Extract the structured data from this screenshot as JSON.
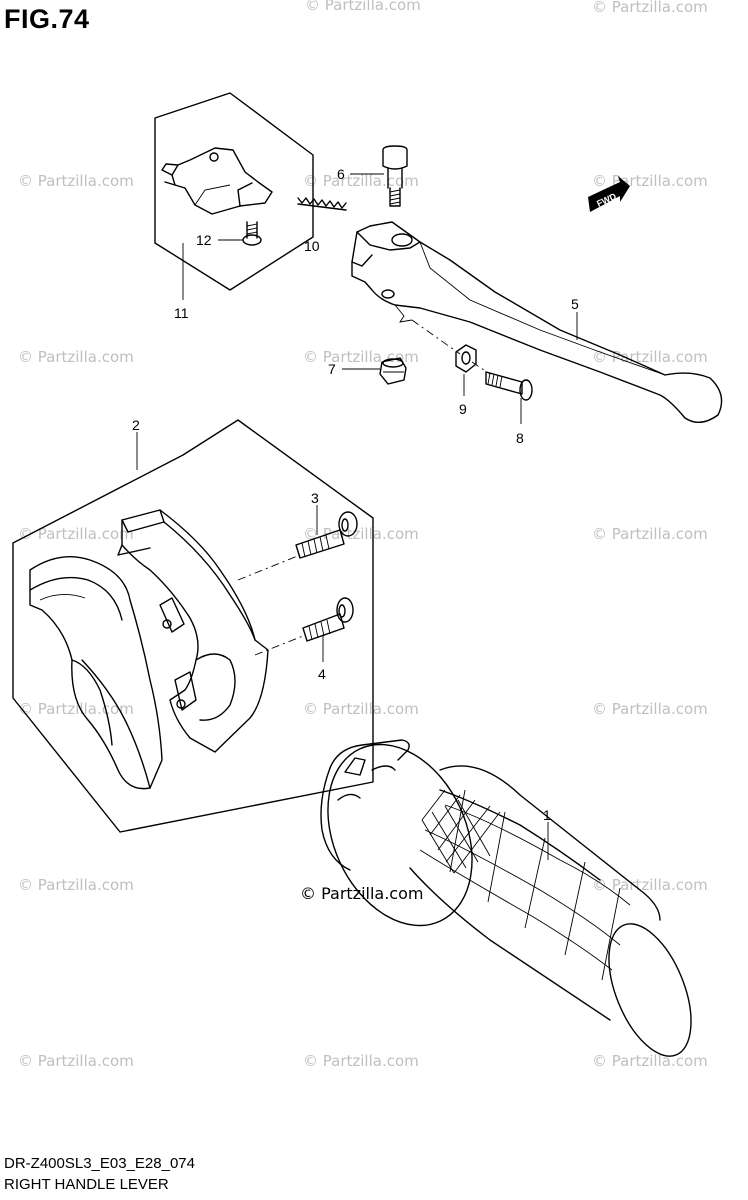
{
  "figure": {
    "title": "FIG.74",
    "model_code": "DR-Z400SL3_E03_E28_074",
    "caption": "RIGHT HANDLE LEVER"
  },
  "watermark": {
    "text": "© Partzilla.com",
    "overlay_text": "© Partzilla.com"
  },
  "callouts": {
    "c1": "1",
    "c2": "2",
    "c3": "3",
    "c4": "4",
    "c5": "5",
    "c6": "6",
    "c7": "7",
    "c8": "8",
    "c9": "9",
    "c10": "10",
    "c11": "11",
    "c12": "12"
  },
  "direction_badge": {
    "label": "FWD"
  }
}
